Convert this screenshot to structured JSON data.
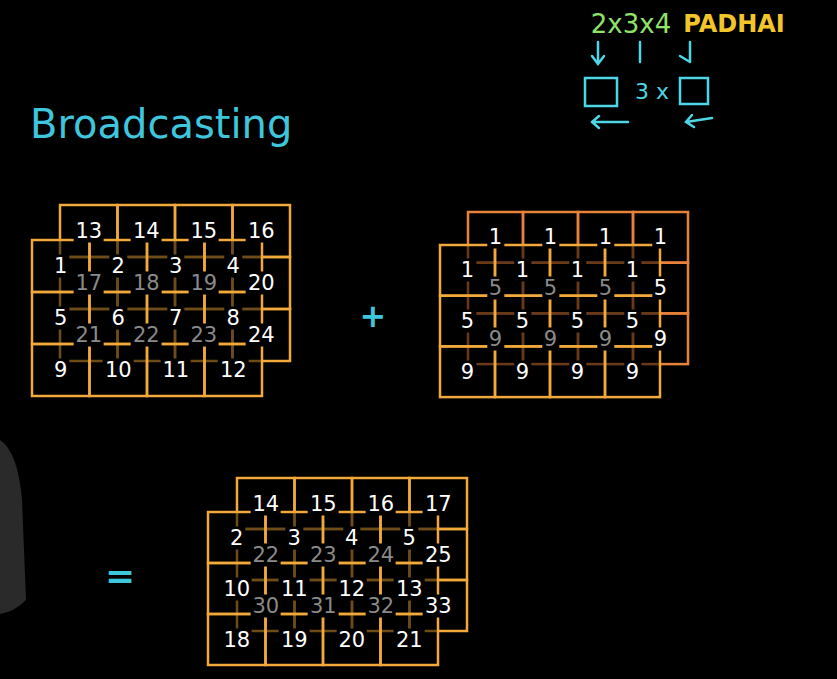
{
  "diagram": {
    "title": "Broadcasting",
    "labels": [
      "2x3x4",
      "PADHAI",
      "3 x",
      "13",
      "14",
      "15",
      "16",
      "17",
      "18",
      "19",
      "20",
      "21",
      "22",
      "23",
      "24",
      "1",
      "2",
      "3",
      "4",
      "5",
      "6",
      "7",
      "8",
      "9",
      "10",
      "11",
      "12",
      "+",
      "1",
      "1",
      "1",
      "1",
      "5",
      "5",
      "5",
      "5",
      "9",
      "9",
      "9",
      "9",
      "1",
      "1",
      "1",
      "1",
      "5",
      "5",
      "5",
      "5",
      "9",
      "9",
      "9",
      "9",
      "=",
      "14",
      "15",
      "16",
      "17",
      "22",
      "23",
      "24",
      "25",
      "30",
      "31",
      "32",
      "33",
      "2",
      "3",
      "4",
      "5",
      "10",
      "11",
      "12",
      "13",
      "18",
      "19",
      "20",
      "21"
    ]
  }
}
